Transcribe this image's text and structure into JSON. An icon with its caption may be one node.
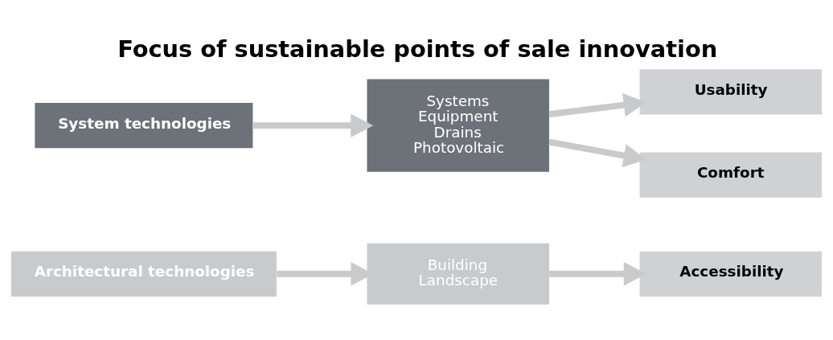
{
  "diagram": {
    "title": "Focus of sustainable points of sale innovation",
    "nodes": [
      {
        "text": [
          "Architectural technologies"
        ]
      },
      {
        "text": [
          "Building",
          "Landscape"
        ]
      },
      {
        "text": [
          "Accessibility"
        ]
      },
      {
        "text": [
          "System technologies"
        ]
      },
      {
        "text": [
          "Systems",
          "Equipment",
          "Drains",
          "Photovoltaic"
        ]
      },
      {
        "text": [
          "Usability"
        ]
      },
      {
        "text": [
          "Comfort"
        ]
      }
    ],
    "edges": [
      {
        "from": 0,
        "to": 1,
        "arrow": "to"
      },
      {
        "from": 1,
        "to": 2,
        "arrow": "to"
      },
      {
        "from": 3,
        "to": 4,
        "arrow": "to"
      },
      {
        "from": 4,
        "to": 5,
        "arrow": "to"
      },
      {
        "from": 4,
        "to": 6,
        "arrow": "to"
      }
    ]
  }
}
